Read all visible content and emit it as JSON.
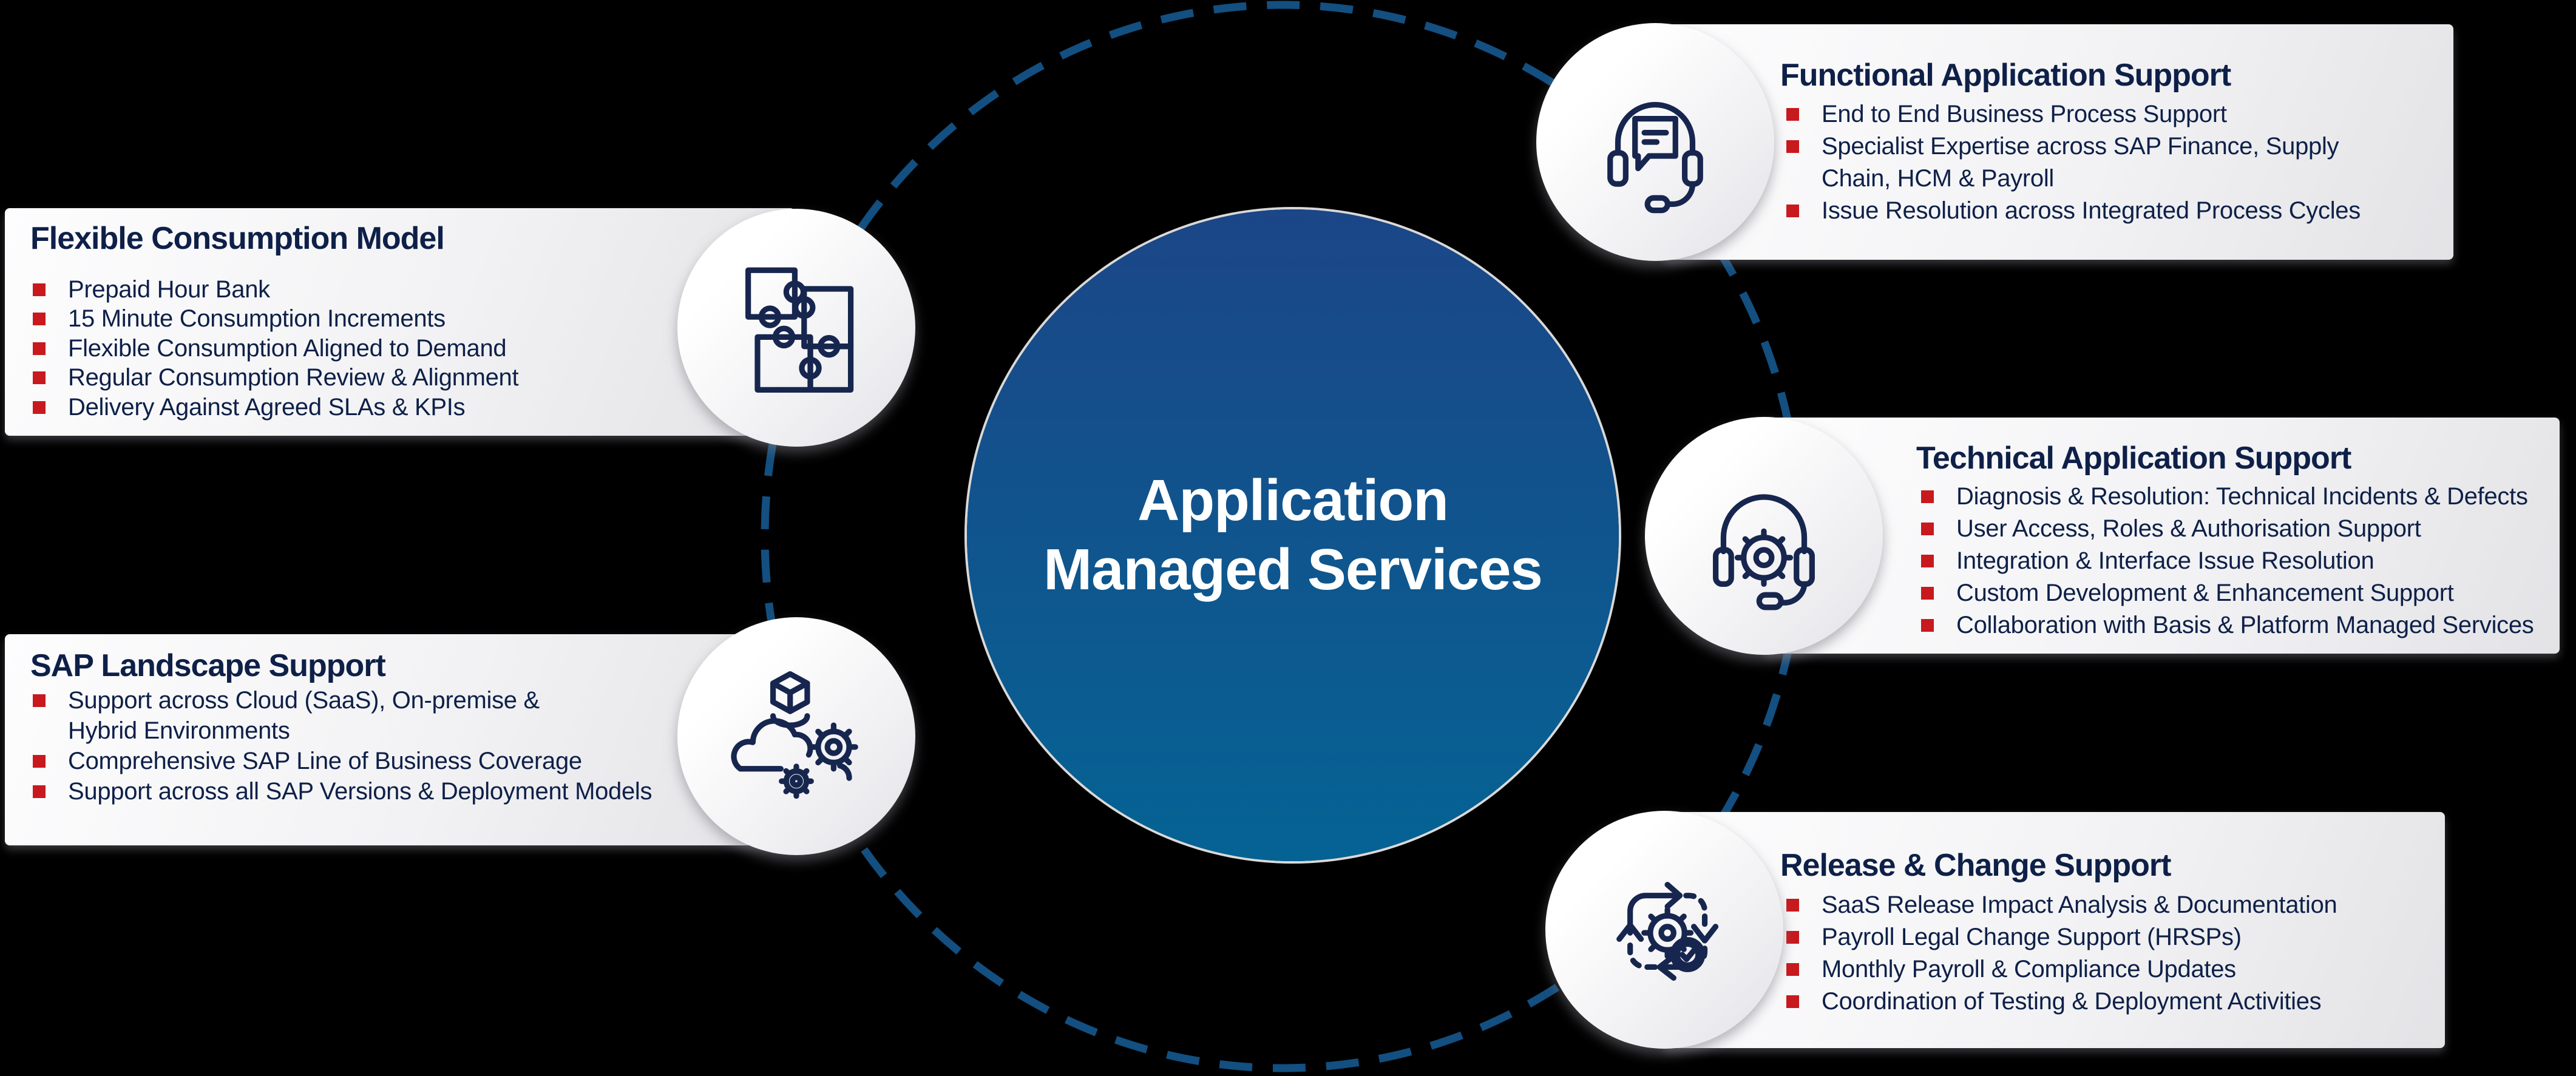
{
  "colors": {
    "bg": "#000000",
    "navy": "#0e2048",
    "red": "#c8191e",
    "ring": "#134f80",
    "circle-top": "#1b4687",
    "circle-bottom": "#056394",
    "icon-stroke": "#17264e"
  },
  "center": {
    "line1": "Application",
    "line2": "Managed Services"
  },
  "cards": [
    {
      "title": "Flexible Consumption Model",
      "icon": "puzzle-icon",
      "lines": [
        {
          "bullet": true,
          "text": "Prepaid Hour Bank"
        },
        {
          "bullet": true,
          "text": "15 Minute Consumption Increments"
        },
        {
          "bullet": true,
          "text": "Flexible Consumption Aligned to Demand"
        },
        {
          "bullet": true,
          "text": "Regular Consumption Review & Alignment"
        },
        {
          "bullet": true,
          "text": "Delivery Against Agreed SLAs & KPIs"
        }
      ]
    },
    {
      "title": "SAP Landscape Support",
      "icon": "cloud-gears-icon",
      "lines": [
        {
          "bullet": true,
          "text": "Support across Cloud (SaaS), On-premise &"
        },
        {
          "bullet": false,
          "text": "Hybrid Environments"
        },
        {
          "bullet": true,
          "text": "Comprehensive SAP Line of Business Coverage"
        },
        {
          "bullet": true,
          "text": "Support across all SAP Versions & Deployment Models"
        }
      ]
    },
    {
      "title": "Functional Application Support",
      "icon": "headset-chat-icon",
      "lines": [
        {
          "bullet": true,
          "text": "End to End Business Process Support"
        },
        {
          "bullet": true,
          "text": "Specialist Expertise across SAP Finance, Supply"
        },
        {
          "bullet": false,
          "text": "Chain, HCM & Payroll"
        },
        {
          "bullet": true,
          "text": "Issue Resolution across Integrated Process Cycles"
        }
      ]
    },
    {
      "title": "Technical Application Support",
      "icon": "headset-gear-icon",
      "lines": [
        {
          "bullet": true,
          "text": "Diagnosis & Resolution: Technical Incidents & Defects"
        },
        {
          "bullet": true,
          "text": "User Access, Roles & Authorisation Support"
        },
        {
          "bullet": true,
          "text": "Integration & Interface Issue Resolution"
        },
        {
          "bullet": true,
          "text": "Custom Development & Enhancement Support"
        },
        {
          "bullet": true,
          "text": "Collaboration with Basis & Platform Managed Services"
        }
      ]
    },
    {
      "title": "Release & Change Support",
      "icon": "release-cycle-icon",
      "lines": [
        {
          "bullet": true,
          "text": "SaaS Release Impact Analysis & Documentation"
        },
        {
          "bullet": true,
          "text": "Payroll Legal Change Support (HRSPs)"
        },
        {
          "bullet": true,
          "text": "Monthly Payroll & Compliance Updates"
        },
        {
          "bullet": true,
          "text": "Coordination of Testing & Deployment Activities"
        }
      ]
    }
  ]
}
